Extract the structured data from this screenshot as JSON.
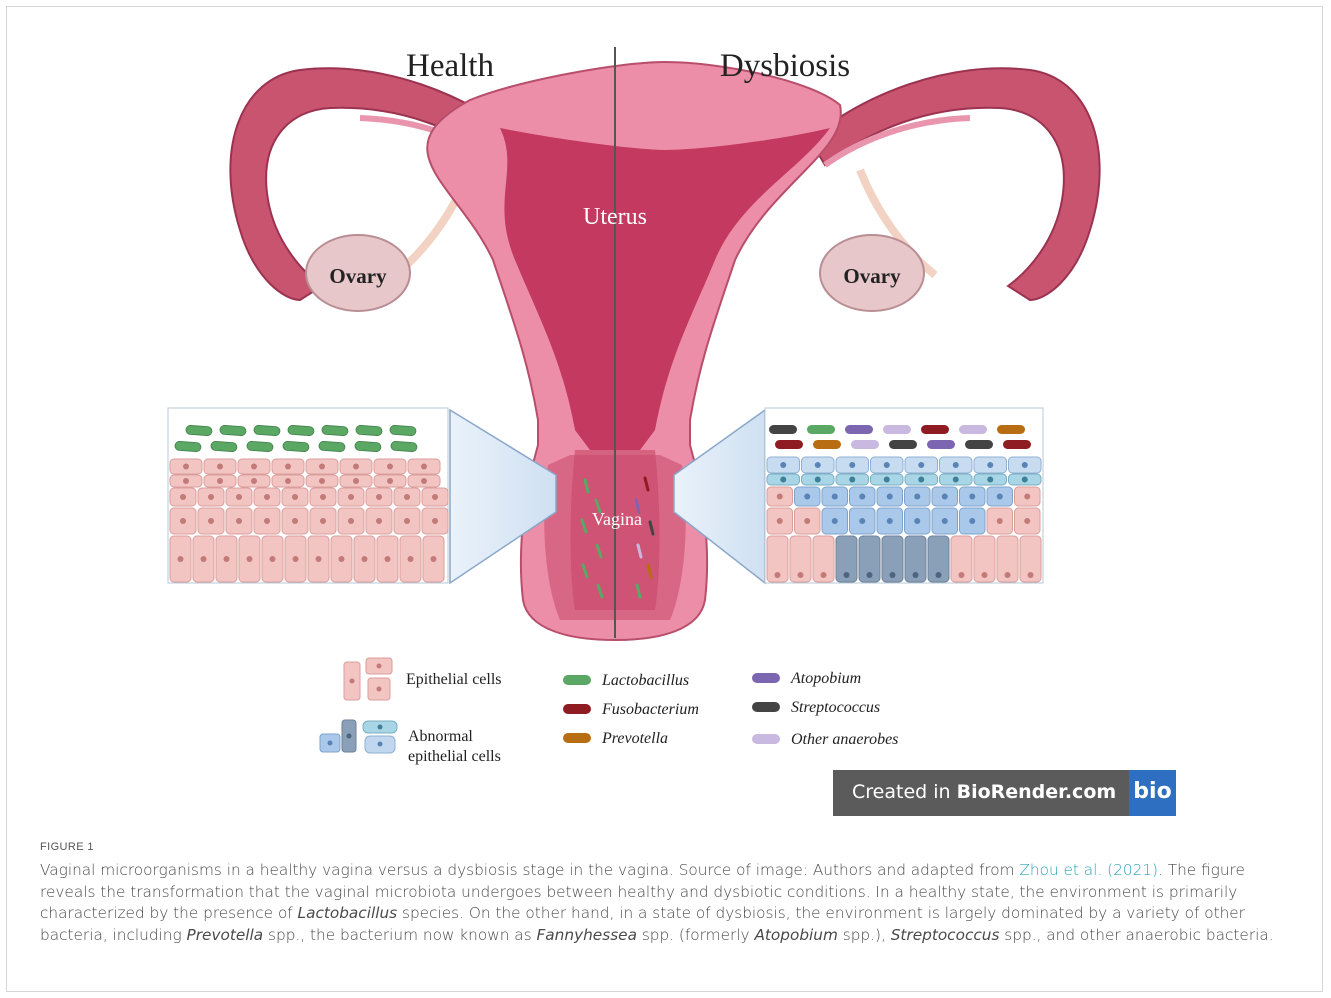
{
  "figure": {
    "title_left": "Health",
    "title_right": "Dysbiosis",
    "organ_labels": {
      "uterus": "Uterus",
      "ovary_left": "Ovary",
      "ovary_right": "Ovary",
      "vagina": "Vagina"
    },
    "legend": {
      "epithelial": "Epithelial cells",
      "abnormal_line1": "Abnormal",
      "abnormal_line2": "epithelial cells",
      "bacteria": [
        {
          "name": "Lactobacillus",
          "color": "#5aa864"
        },
        {
          "name": "Fusobacterium",
          "color": "#8e1c22"
        },
        {
          "name": "Prevotella",
          "color": "#b96d12"
        },
        {
          "name": "Atopobium",
          "color": "#7c66b2"
        },
        {
          "name": "Streptococcus",
          "color": "#444444"
        },
        {
          "name": "Other anaerobes",
          "color": "#c9b8e0"
        }
      ]
    },
    "colors": {
      "uterus_outer": "#e67f9b",
      "uterus_inner": "#c23b62",
      "ovary": "#e8c7cb",
      "healthy_cell": "#f2c5c3",
      "abnormal_cell": "#a9c8ea"
    }
  },
  "badge": {
    "prefix": "Created in ",
    "brand": "BioRender.com",
    "logo": "bio"
  },
  "caption": {
    "label": "FIGURE 1",
    "text_1": "Vaginal microorganisms in a healthy vagina versus a dysbiosis stage in the vagina. Source of image: Authors and adapted from ",
    "link": "Zhou et al. (2021)",
    "text_2": ". The figure reveals the transformation that the vaginal microbiota undergoes between healthy and dysbiotic conditions. In a healthy state, the environment is primarily characterized by the presence of ",
    "i1": "Lactobacillus",
    "text_3": " species. On the other hand, in a state of dysbiosis, the environment is largely dominated by a variety of other bacteria, including ",
    "i2": "Prevotella",
    "text_4": " spp., the bacterium now known as ",
    "i3": "Fannyhessea",
    "text_5": " spp. (formerly ",
    "i4": "Atopobium",
    "text_6": " spp.), ",
    "i5": "Streptococcus",
    "text_7": " spp., and other anaerobic bacteria."
  }
}
